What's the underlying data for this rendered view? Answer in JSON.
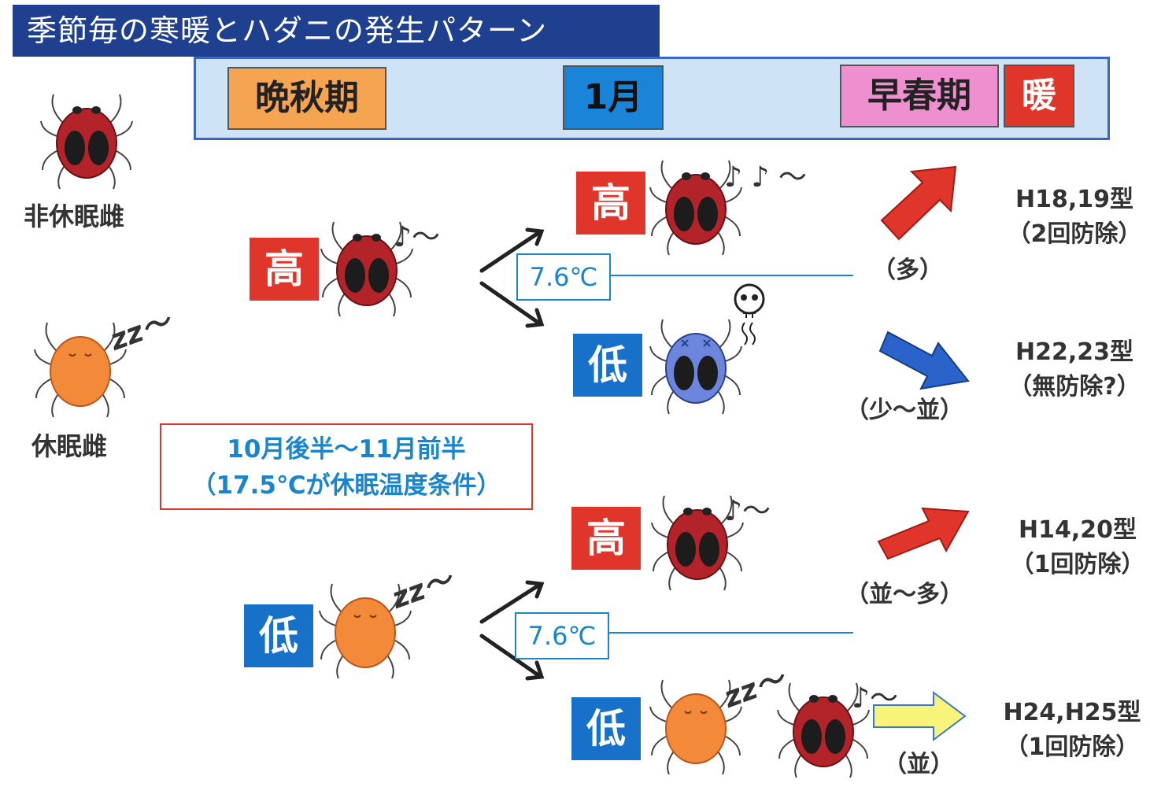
{
  "title": "季節毎の寒暖とハダニの発生パターン",
  "seasons": {
    "late_autumn": "晩秋期",
    "january": "1月",
    "early_spring": "早春期",
    "warm": "暖"
  },
  "mites": {
    "non_diapause_label": "非休眠雌",
    "diapause_label": "休眠雌"
  },
  "note": {
    "line1": "10月後半～11月前半",
    "line2": "（17.5℃が休眠温度条件）"
  },
  "branches": {
    "high": "高",
    "low": "低",
    "threshold": "7.6℃"
  },
  "outcomes": [
    {
      "amount": "（多）",
      "pattern": "H18,19型",
      "control": "（2回防除）"
    },
    {
      "amount": "（少～並）",
      "pattern": "H22,23型",
      "control": "（無防除?）"
    },
    {
      "amount": "（並～多）",
      "pattern": "H14,20型",
      "control": "（1回防除）"
    },
    {
      "amount": "（並）",
      "pattern": "H24,H25型",
      "control": "（1回防除）"
    }
  ],
  "sounds": {
    "happy_short": "♪～",
    "happy_long": "♪ ♪ ～",
    "sleep": "zz～"
  },
  "colors": {
    "title_bg": "#1f3f8f",
    "band_bg": "#cfe3f6",
    "late_autumn_bg": "#f5a552",
    "january_bg": "#1a85d8",
    "early_spring_bg": "#ee8fd0",
    "warm_bg": "#e0352b",
    "high_bg": "#e0352b",
    "low_bg": "#1871c8",
    "red_mite": "#b2242a",
    "orange_mite": "#f28a3a",
    "blue_mite": "#6b86dc",
    "arrow_up": "#e0352b",
    "arrow_down": "#2a63c9",
    "arrow_flat": "#f8f47a"
  }
}
